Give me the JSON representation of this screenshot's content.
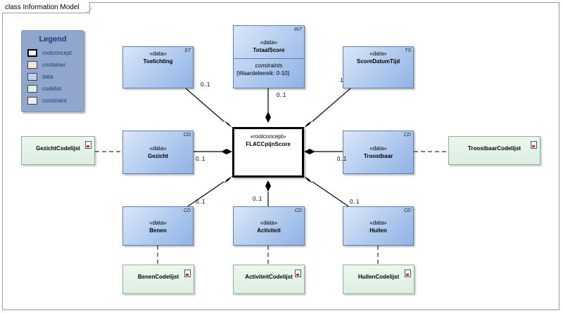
{
  "frame_title": "class Information Model",
  "legend": {
    "title": "Legend",
    "items": [
      {
        "label": "rootconcept",
        "color": "#ffffff",
        "strong": true
      },
      {
        "label": "container",
        "color": "#f6e6d6"
      },
      {
        "label": "data",
        "color": "#b9d0f0"
      },
      {
        "label": "codelist",
        "color": "#dff1e3"
      },
      {
        "label": "constraint",
        "color": "#eeeef2"
      }
    ]
  },
  "root": {
    "stereotype": "«rootconcept»",
    "name": "FLACCpijnScore"
  },
  "classes": {
    "toelichting": {
      "stereotype": "«data»",
      "name": "Toelichting",
      "type": "ST"
    },
    "totaalscore": {
      "stereotype": "«data»",
      "name": "TotaalScore",
      "type": "INT",
      "constraints_title": "constraints",
      "constraint": "{Waardebereik: 0-10}"
    },
    "scoredatumtijd": {
      "stereotype": "«data»",
      "name": "ScoreDatumTijd",
      "type": "TS"
    },
    "gezicht": {
      "stereotype": "«data»",
      "name": "Gezicht",
      "type": "CD"
    },
    "troostbaar": {
      "stereotype": "«data»",
      "name": "Troostbaar",
      "type": "CD"
    },
    "benen": {
      "stereotype": "«data»",
      "name": "Benen",
      "type": "CD"
    },
    "activiteit": {
      "stereotype": "«data»",
      "name": "Activiteit",
      "type": "CD"
    },
    "huilen": {
      "stereotype": "«data»",
      "name": "Huilen",
      "type": "CD"
    }
  },
  "codelists": {
    "gezicht": "GezichtCodelijst",
    "troostbaar": "TroostbaarCodelijst",
    "benen": "BenenCodelijst",
    "activiteit": "ActiviteitCodelijst",
    "huilen": "HuilenCodelijst"
  },
  "multiplicities": {
    "toelichting": "0..1",
    "totaalscore": "0..1",
    "scoredatumtijd": "1",
    "gezicht": "0..1",
    "troostbaar": "0..1",
    "benen": "0..1",
    "activiteit": "0..1",
    "huilen": "0..1"
  }
}
